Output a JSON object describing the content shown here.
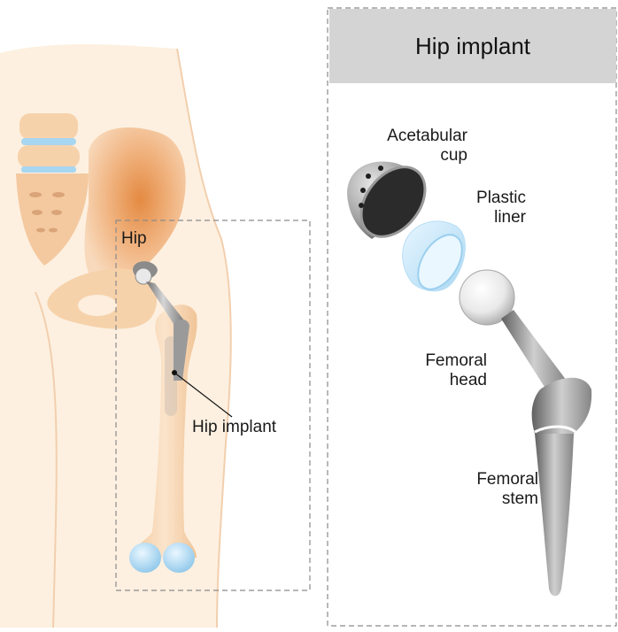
{
  "panel": {
    "title": "Hip implant"
  },
  "anatomy": {
    "hip_label": "Hip",
    "implant_label": "Hip implant"
  },
  "components": {
    "acetabular_cup": [
      "Acetabular",
      "cup"
    ],
    "plastic_liner": [
      "Plastic",
      "liner"
    ],
    "femoral_head": [
      "Femoral",
      "head"
    ],
    "femoral_stem": [
      "Femoral",
      "stem"
    ]
  },
  "colors": {
    "skin": "#fbe5cf",
    "bone": "#f6d2ab",
    "pelvis_accent": "#e9924f",
    "cartilage": "#a7d6f0",
    "metal": "#9a9a9a",
    "liner": "#cfeafb",
    "panel_header": "#d4d4d4"
  }
}
